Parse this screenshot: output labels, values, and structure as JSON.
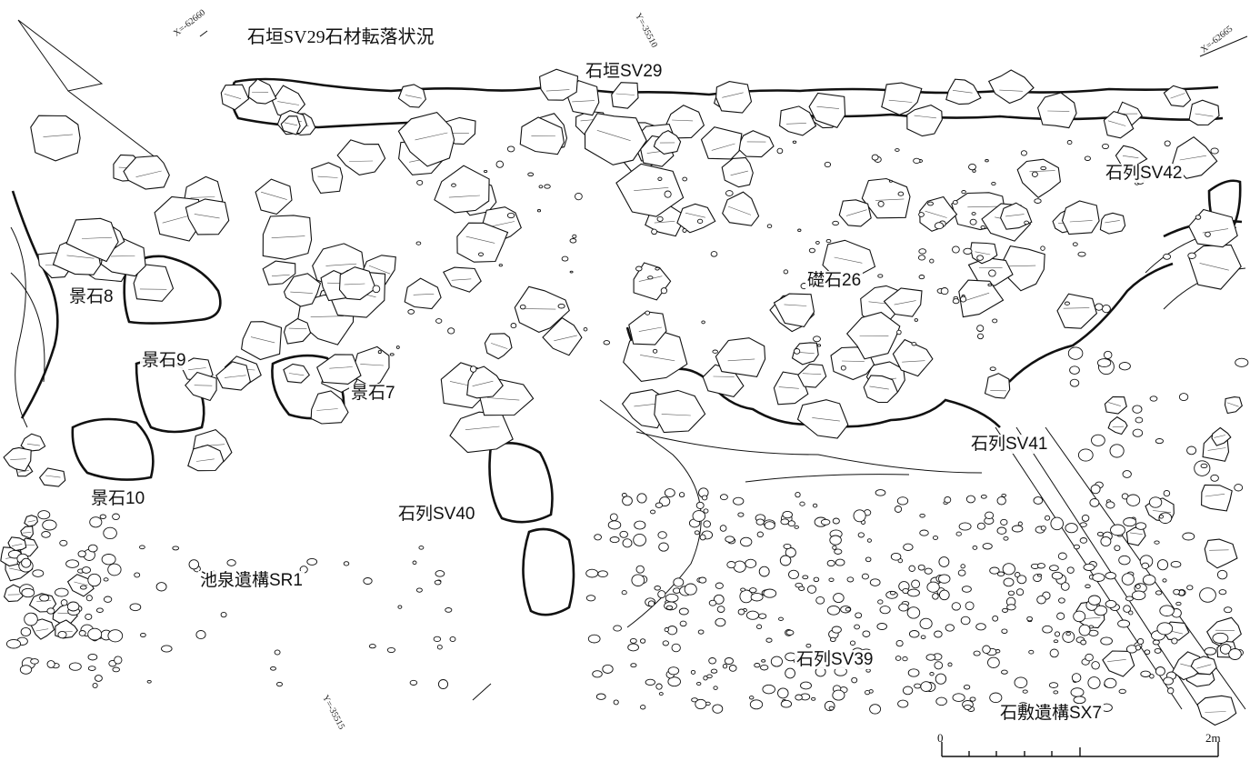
{
  "title": "石垣SV29石材転落状況",
  "coordinates": {
    "x_west": "X=-62660",
    "y_top": "Y=-35510",
    "x_east": "X=-62665",
    "y_bottom": "Y=-35515"
  },
  "features": {
    "ishigaki_sv29": "石垣SV29",
    "sekiretsu_sv42": "石列SV42",
    "soseki_26": "礎石26",
    "keiseki_8": "景石8",
    "keiseki_9": "景石9",
    "keiseki_7": "景石7",
    "keiseki_10": "景石10",
    "sekiretsu_sv41": "石列SV41",
    "sekiretsu_sv40": "石列SV40",
    "chisen_sr1": "池泉遺構SR1",
    "sekiretsu_sv39": "石列SV39",
    "shikiishi_sx7": "石敷遺構SX7"
  },
  "scale_bar": {
    "start": "0",
    "end": "2m"
  },
  "colors": {
    "line": "#111111",
    "background": "#ffffff"
  }
}
